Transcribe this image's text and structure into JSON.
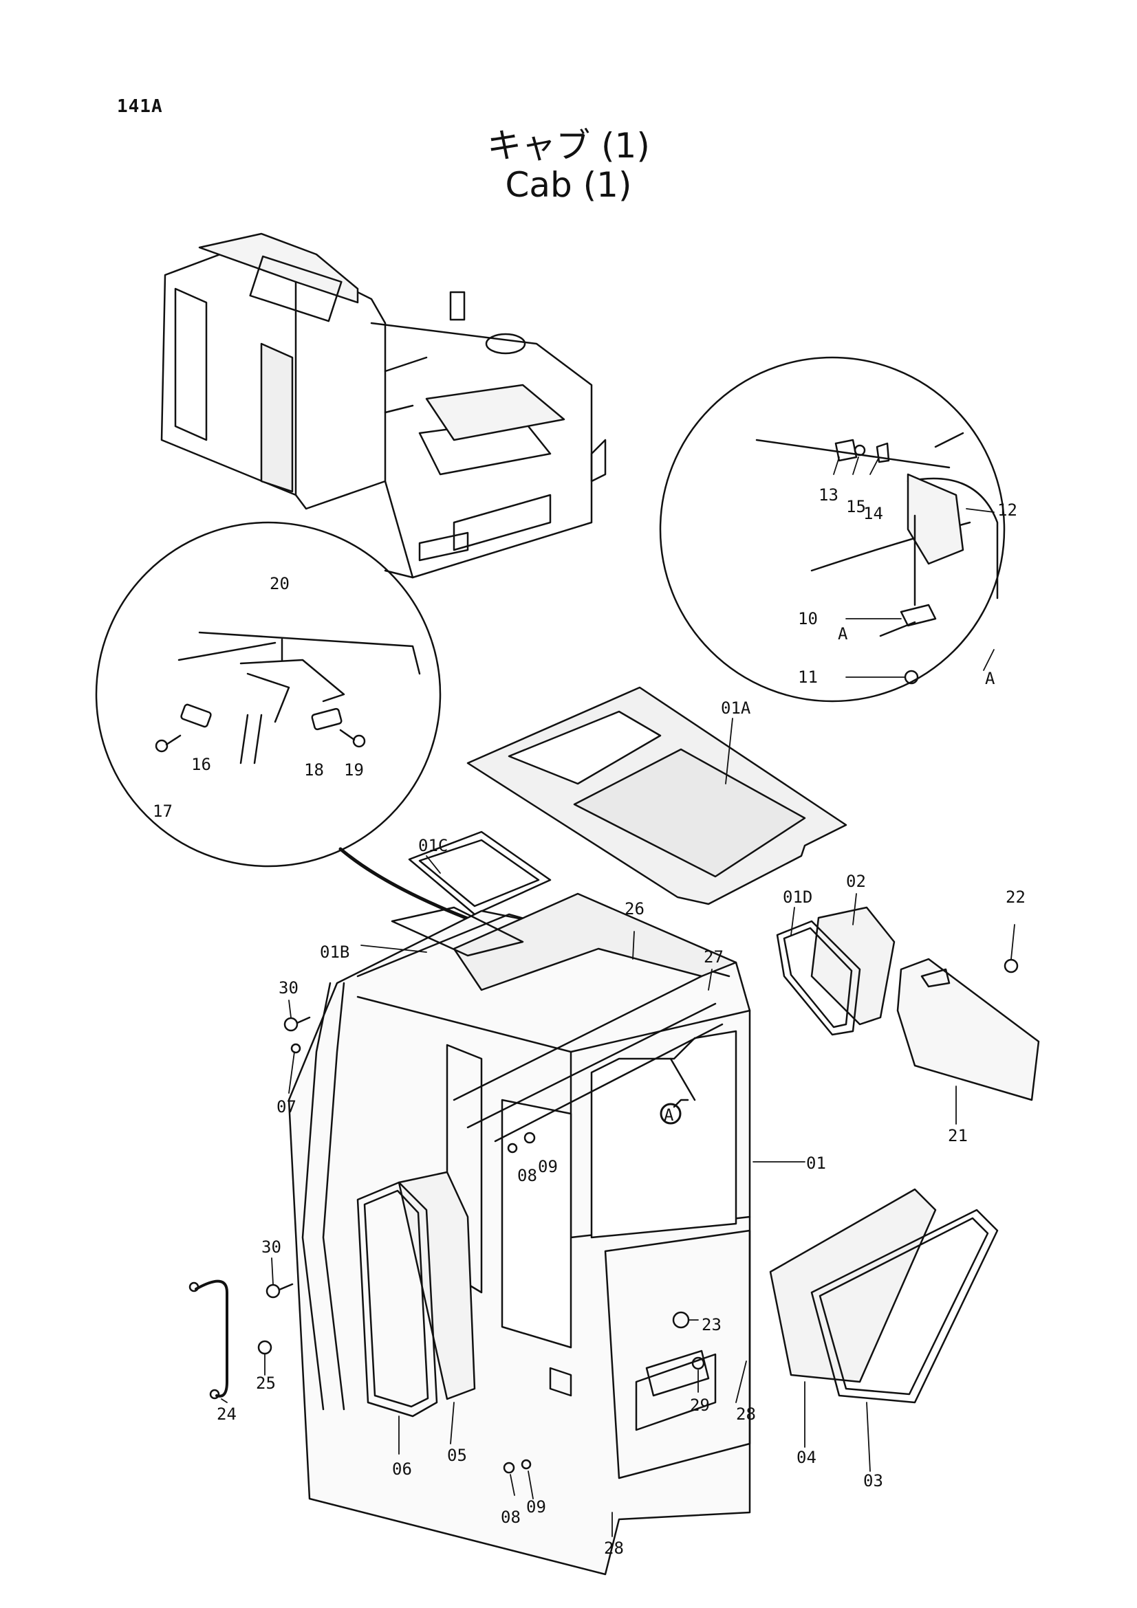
{
  "page_number": "141A",
  "title_jp": "キャブ (1)",
  "title_en": "Cab (1)",
  "detail_marker": "A",
  "callouts": [
    "01A",
    "01B",
    "01C",
    "01D",
    "01",
    "02",
    "03",
    "04",
    "05",
    "06",
    "07",
    "08",
    "09",
    "08",
    "09",
    "10",
    "11",
    "12",
    "13",
    "14",
    "15",
    "16",
    "17",
    "18",
    "19",
    "20",
    "21",
    "22",
    "23",
    "24",
    "25",
    "26",
    "27",
    "28",
    "28",
    "29",
    "30",
    "30"
  ]
}
